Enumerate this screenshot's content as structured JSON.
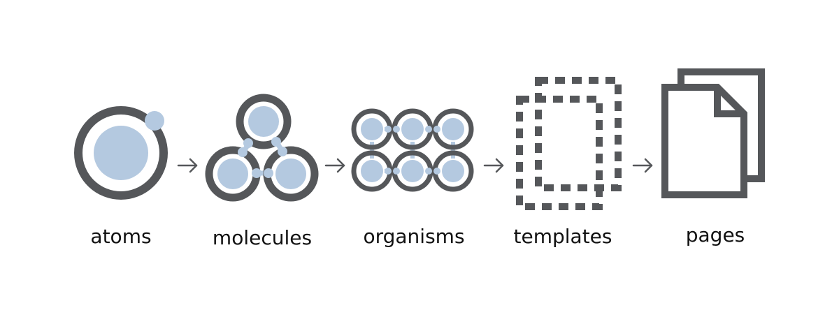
{
  "colors": {
    "stroke": "#55575a",
    "fill": "#b4c9e0",
    "text": "#111111"
  },
  "stages": [
    {
      "label": "atoms",
      "icon": "atom-icon"
    },
    {
      "label": "molecules",
      "icon": "molecule-icon"
    },
    {
      "label": "organisms",
      "icon": "organism-icon"
    },
    {
      "label": "templates",
      "icon": "template-icon"
    },
    {
      "label": "pages",
      "icon": "pages-icon"
    }
  ],
  "connector_icon": "arrow-right-icon"
}
